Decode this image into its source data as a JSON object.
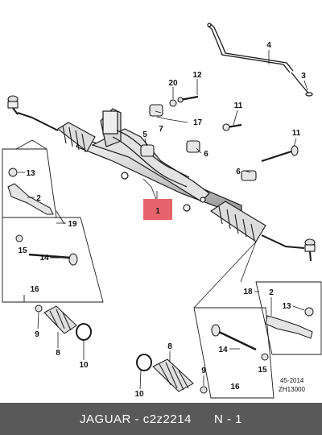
{
  "callouts": {
    "c1": "1",
    "c2a": "2",
    "c2b": "2",
    "c3": "3",
    "c4": "4",
    "c5": "5",
    "c6a": "6",
    "c6b": "6",
    "c7": "7",
    "c8a": "8",
    "c8b": "8",
    "c9a": "9",
    "c9b": "9",
    "c10a": "10",
    "c10b": "10",
    "c11a": "11",
    "c11b": "11",
    "c12": "12",
    "c13a": "13",
    "c13b": "13",
    "c14a": "14",
    "c14b": "14",
    "c15a": "15",
    "c15b": "15",
    "c16a": "16",
    "c16b": "16",
    "c17": "17",
    "c18": "18",
    "c19": "19",
    "c20": "20"
  },
  "codes": {
    "ref": "45-2014",
    "drawing": "ZH13000"
  },
  "footer": {
    "brand": "JAGUAR",
    "part_number": "c2z2214",
    "position": "N - 1"
  },
  "colors": {
    "highlight": "#e8646c",
    "footer_bg": "#595959",
    "ink": "#1a1a1a"
  }
}
